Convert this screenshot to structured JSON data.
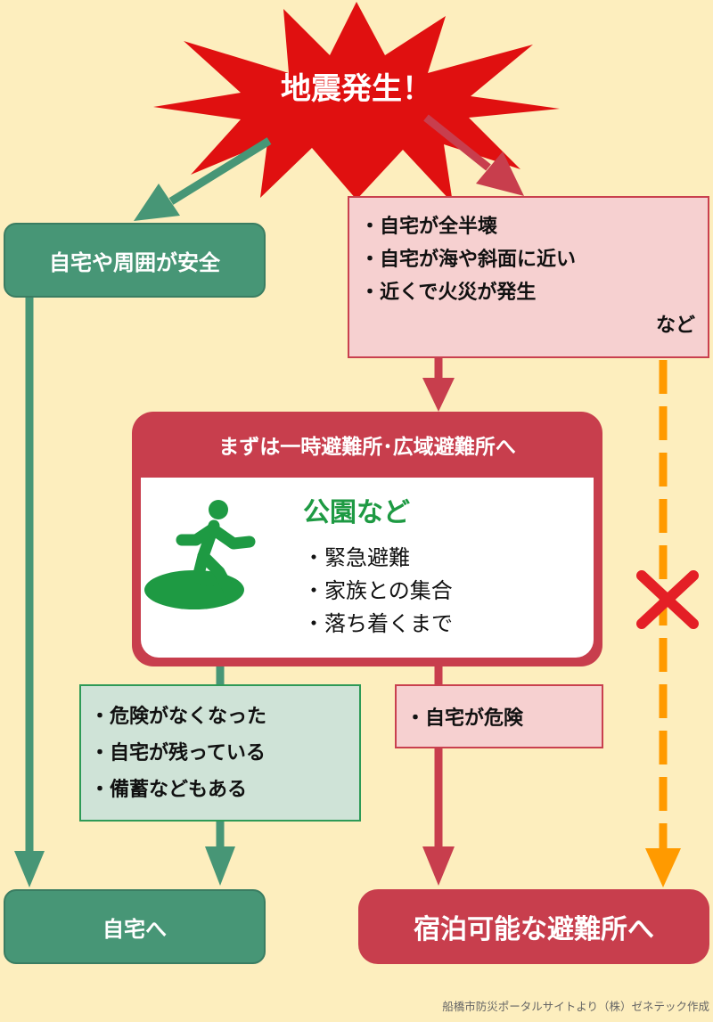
{
  "title": "地震発生！",
  "safe_box": "自宅や周囲が安全",
  "danger_conditions": {
    "items": [
      "・自宅が全半壊",
      "・自宅が海や斜面に近い",
      "・近くで火災が発生"
    ],
    "suffix": "など"
  },
  "temp_shelter": {
    "header": "まずは一時避難所･広域避難所へ",
    "subtitle": "公園など",
    "items": [
      "・緊急避難",
      "・家族との集合",
      "・落ち着くまで"
    ]
  },
  "return_conditions": [
    "・危険がなくなった",
    "・自宅が残っている",
    "・備蓄などもある"
  ],
  "danger_home": "・自宅が危険",
  "home_box": "自宅へ",
  "shelter_box": "宿泊可能な避難所へ",
  "credit": "船橋市防災ポータルサイトより（株）ゼネテック作成",
  "colors": {
    "background": "#fdeebe",
    "green": "#479676",
    "red": "#c83e4d",
    "pink": "#f6d0d0",
    "mint": "#cfe3d7",
    "orange": "#ff9a00",
    "burst": "#e01010"
  },
  "icons": [
    "explosion-burst-icon",
    "running-person-icon",
    "cross-mark-icon"
  ]
}
